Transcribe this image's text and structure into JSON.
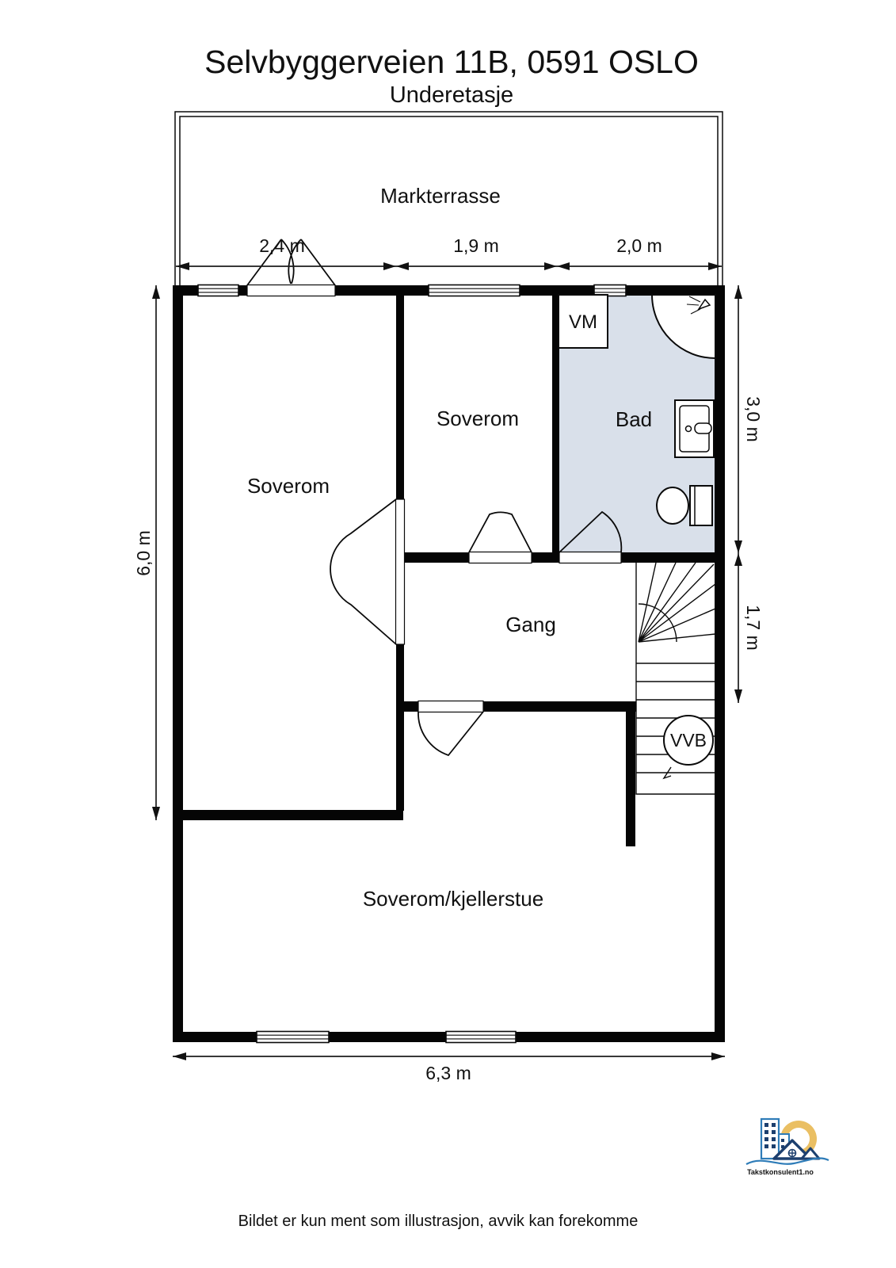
{
  "header": {
    "title": "Selvbyggerveien 11B, 0591 OSLO",
    "subtitle": "Underetasje"
  },
  "terrace": {
    "label": "Markterrasse"
  },
  "rooms": {
    "soverom_left": {
      "label": "Soverom"
    },
    "soverom_mid": {
      "label": "Soverom"
    },
    "bad": {
      "label": "Bad"
    },
    "gang": {
      "label": "Gang"
    },
    "kjellerstue": {
      "label": "Soverom/kjellerstue"
    }
  },
  "fixtures": {
    "washing_machine": {
      "label": "VM"
    },
    "water_heater": {
      "label": "VVB"
    }
  },
  "dimensions": {
    "top_segments": [
      {
        "label": "2,4 m"
      },
      {
        "label": "1,9 m"
      },
      {
        "label": "2,0 m"
      }
    ],
    "left": {
      "label": "6,0 m"
    },
    "right_upper": {
      "label": "3,0 m"
    },
    "right_lower": {
      "label": "1,7 m"
    },
    "bottom": {
      "label": "6,3 m"
    }
  },
  "colors": {
    "wall": "#050505",
    "bathroom_fill": "#d9e0ea",
    "dimension_line": "#1c1c1c",
    "logo_blue": "#2e7cb8",
    "logo_navy": "#1c3f6e",
    "logo_gold": "#eabf63"
  },
  "footer": {
    "disclaimer": "Bildet er kun ment som illustrasjon, avvik kan forekomme"
  },
  "logo": {
    "text": "Takstkonsulent1.no"
  }
}
